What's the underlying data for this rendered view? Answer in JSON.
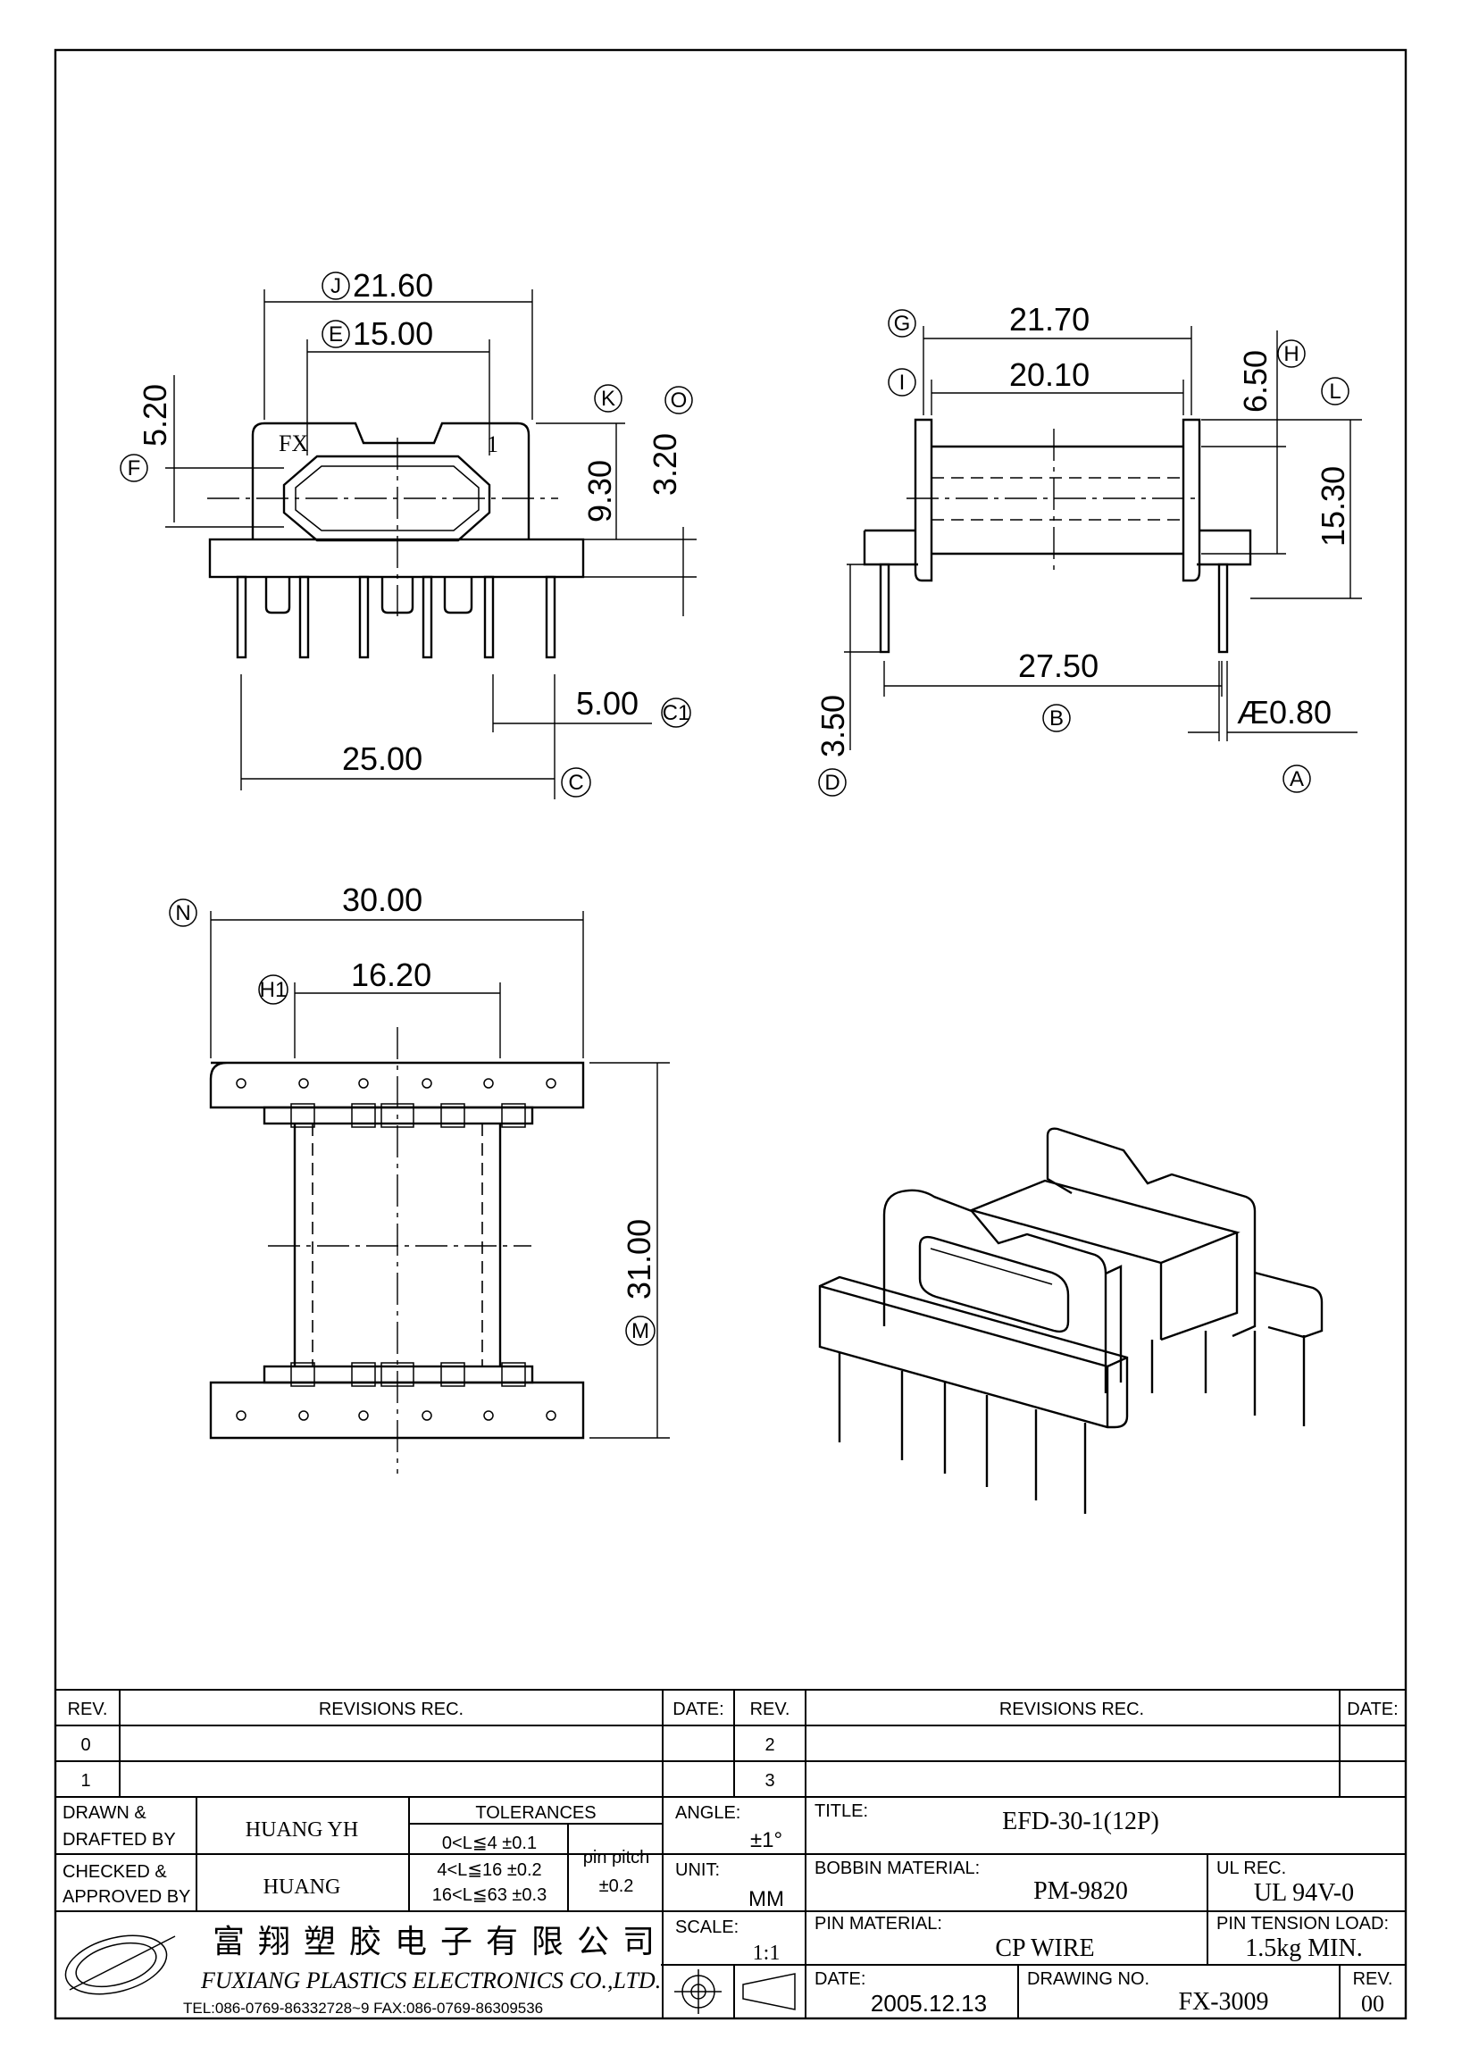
{
  "views": {
    "front": {
      "logo": "FX",
      "pin_one": "1",
      "dims": {
        "J": "21.60",
        "E": "15.00",
        "F": "5.20",
        "K": "9.30",
        "O": "3.20",
        "C1": "5.00",
        "C": "25.00"
      }
    },
    "side": {
      "dims": {
        "G": "21.70",
        "I": "20.10",
        "H": "6.50",
        "L": "15.30",
        "B": "27.50",
        "D": "3.50",
        "A": "Æ0.80"
      }
    },
    "bottom": {
      "dims": {
        "N": "30.00",
        "H1": "16.20",
        "M": "31.00"
      }
    }
  },
  "callouts": {
    "J": "J",
    "E": "E",
    "F": "F",
    "K": "K",
    "O": "O",
    "C1": "C1",
    "C": "C",
    "G": "G",
    "I": "I",
    "H": "H",
    "L": "L",
    "B": "B",
    "D": "D",
    "A": "A",
    "N": "N",
    "H1": "H1",
    "M": "M"
  },
  "title_block": {
    "rev_header": "REV.",
    "revisions_header": "REVISIONS  REC.",
    "date_header": "DATE:",
    "rev_rows_left": [
      "0",
      "1"
    ],
    "rev_rows_right": [
      "2",
      "3"
    ],
    "drawn_label": [
      "DRAWN &",
      "DRAFTED BY"
    ],
    "drawn_by": "HUANG YH",
    "checked_label": [
      "CHECKED &",
      "APPROVED BY"
    ],
    "checked_by": "HUANG",
    "tolerances_header": "TOLERANCES",
    "tolerances": [
      "0<L≦4   ±0.1",
      "4<L≦16  ±0.2",
      "16<L≦63  ±0.3"
    ],
    "pin_pitch_label": "pin pitch",
    "pin_pitch_value": "±0.2",
    "angle_label": "ANGLE:",
    "angle_value": "±1°",
    "unit_label": "UNIT:",
    "unit_value": "MM",
    "scale_label": "SCALE:",
    "scale_value": "1:1",
    "title_label": "TITLE:",
    "title_value": "EFD-30-1(12P)",
    "bobbin_material_label": "BOBBIN MATERIAL:",
    "bobbin_material_value": "PM-9820",
    "ul_rec_label": "UL REC.",
    "ul_rec_value": "UL 94V-0",
    "pin_material_label": "PIN MATERIAL:",
    "pin_material_value": "CP WIRE",
    "pin_tension_label": "PIN TENSION LOAD:",
    "pin_tension_value": "1.5kg MIN.",
    "date_label": "DATE:",
    "date_value": "2005.12.13",
    "drawing_no_label": "DRAWING NO.",
    "drawing_no_value": "FX-3009",
    "rev_label": "REV.",
    "rev_value": "00",
    "company_cn": "富翔塑胶电子有限公司",
    "company_en": "FUXIANG PLASTICS ELECTRONICS CO.,LTD.",
    "company_contact": "TEL:086-0769-86332728~9 FAX:086-0769-86309536"
  }
}
